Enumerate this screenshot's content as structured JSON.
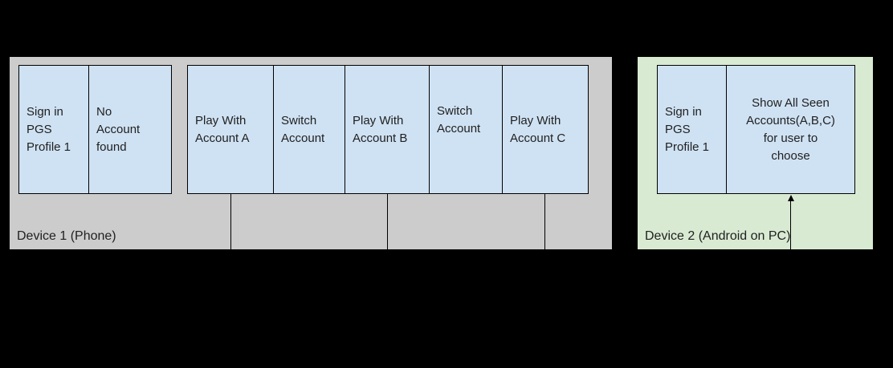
{
  "colors": {
    "background": "#000000",
    "device1_panel_fill": "#cccccc",
    "device2_panel_fill": "#d9ead3",
    "box_fill": "#cfe2f3",
    "box_border": "#000000",
    "text": "#212121"
  },
  "device1": {
    "label": "Device 1 (Phone)",
    "signin_flow": [
      {
        "text": "Sign in\nPGS\nProfile 1"
      },
      {
        "text": "No\nAccount\nfound"
      }
    ],
    "account_flow": [
      {
        "text": "Play With\nAccount A"
      },
      {
        "text": "Switch\nAccount"
      },
      {
        "text": "Play With\nAccount B"
      },
      {
        "text": "Switch\nAccount"
      },
      {
        "text": "Play With\nAccount C"
      }
    ]
  },
  "device2": {
    "label": "Device 2 (Android on PC)",
    "flow": [
      {
        "text": "Sign in\nPGS\nProfile 1"
      },
      {
        "text": "Show All Seen\nAccounts(A,B,C)\nfor user to\nchoose"
      }
    ]
  }
}
